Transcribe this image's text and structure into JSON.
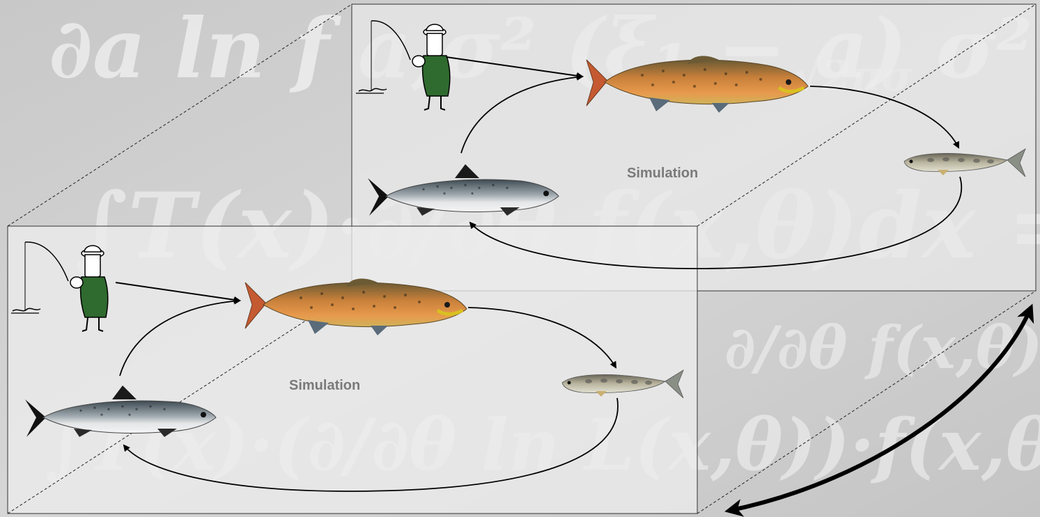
{
  "layers": [
    {
      "id": "back",
      "label": "Simulation"
    },
    {
      "id": "front",
      "label": "Simulation"
    }
  ],
  "background_formulas": [
    "∂a ln f a,σ² (ξ₁ − a) σ²",
    "∫T(x)·∂/∂θ f(x,θ)dx = M[T(ξ)·∂/∂θ ln L(ξ,θ)]",
    "∫T(x)·(∂/∂θ ln L(x,θ))·f(x,θ)dx = ∫T(x)·",
    "∂/∂θ f(x,θ) / f(x,θ)",
    "√2πσ"
  ],
  "colors": {
    "background": "#d2d2d2",
    "panel": "#e9e9e9",
    "arrow": "#000000",
    "label": "#7a7a7a"
  }
}
